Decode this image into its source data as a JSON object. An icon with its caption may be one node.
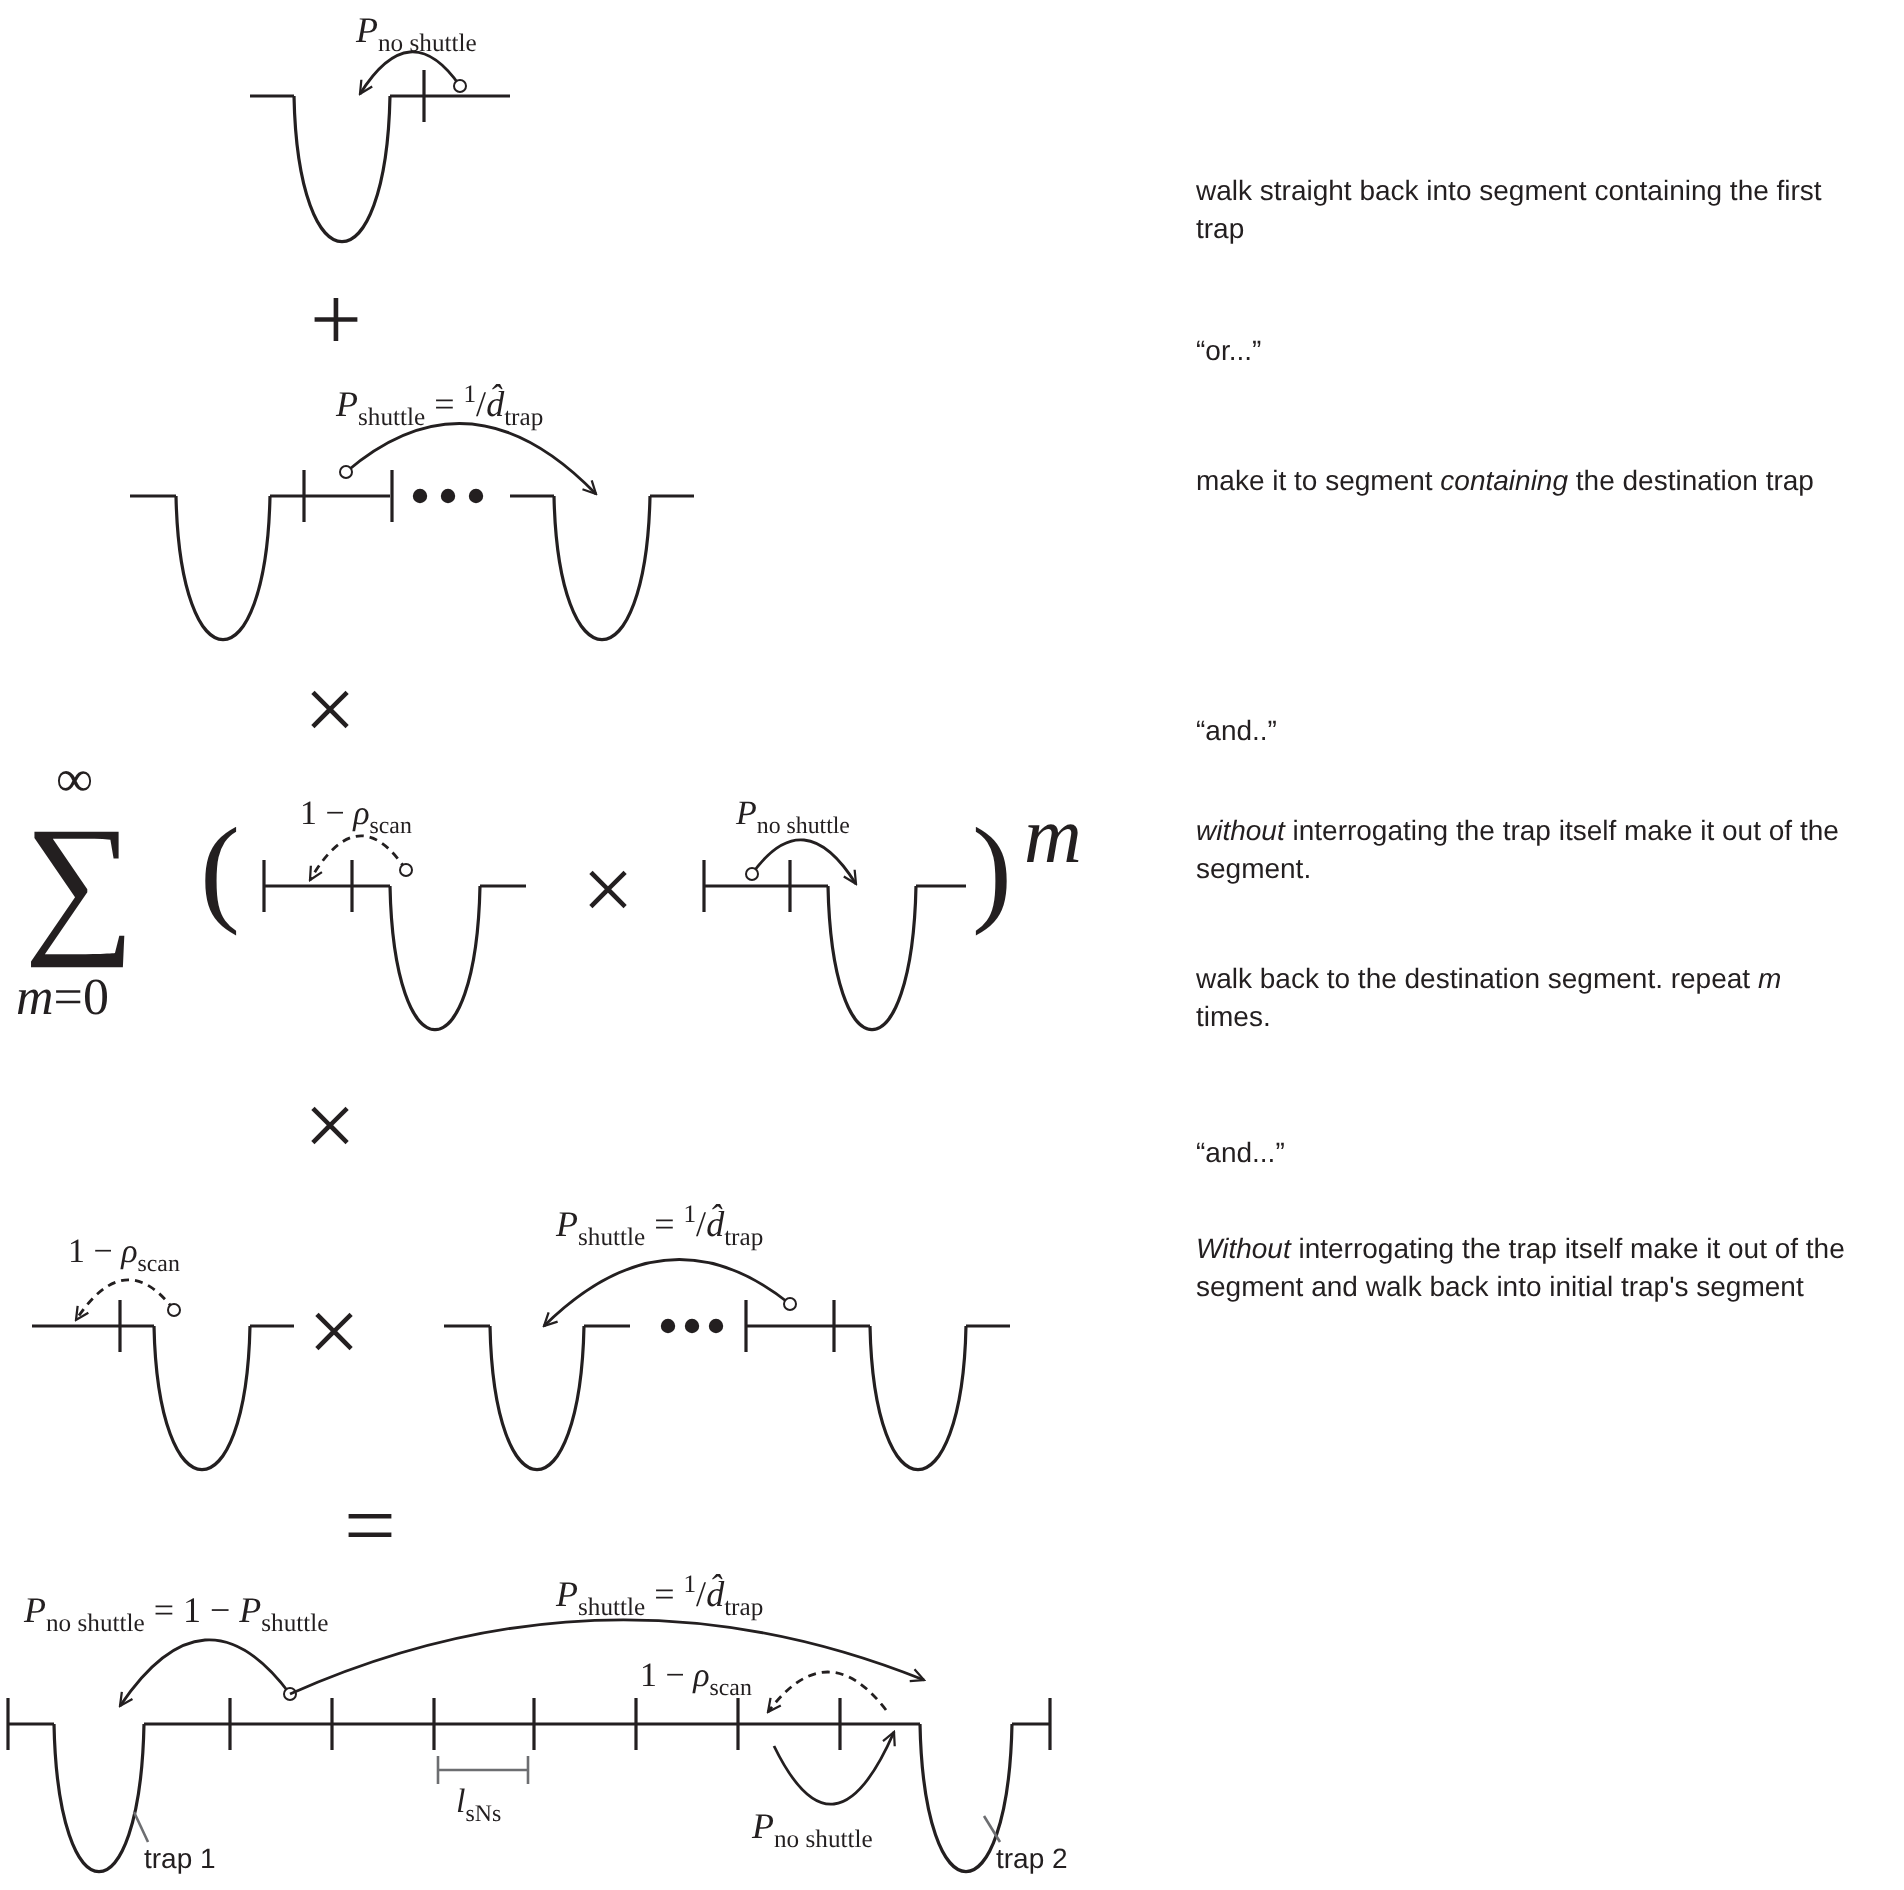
{
  "diagram": {
    "nodes": [
      {
        "text": [
          "trap 1"
        ]
      },
      {
        "text": [
          "trap 2"
        ]
      }
    ],
    "edges": [
      {
        "from": 0,
        "to": null,
        "arrow": "none"
      },
      {
        "from": 1,
        "to": null,
        "arrow": "none"
      }
    ],
    "labels": [
      "*P*$_{no shuttle}$",
      "walk straight back into segment containing the first trap",
      "+",
      "“or...”",
      "*P*$_{shuttle}$ = $^{1}$/*d̂*$_{trap}$",
      "make it to segment *containing* the destination trap",
      "×",
      "“and..”",
      "∞",
      "∑",
      "(",
      "1 − *ρ*$_{scan}$",
      "×",
      "*P*$_{no shuttle}$",
      ")",
      "m",
      "*without* interrogating the trap itself make it out of the segment.",
      "*m*=0",
      "walk back to the destination segment. repeat *m* times.",
      "×",
      "“and...”",
      "1 − *ρ*$_{scan}$",
      "×",
      "*P*$_{shuttle}$ = $^{1}$/*d̂*$_{trap}$",
      "*Without* interrogating the trap itself make it out of the segment and walk back into initial trap's segment",
      "=",
      "*P*$_{no shuttle}$ = 1 − *P*$_{shuttle}$",
      "*P*$_{shuttle}$ = $^{1}$/*d̂*$_{trap}$",
      "1 − *ρ*$_{scan}$",
      "*l*$_{sNs}$",
      "*P*$_{no shuttle}$"
    ]
  }
}
